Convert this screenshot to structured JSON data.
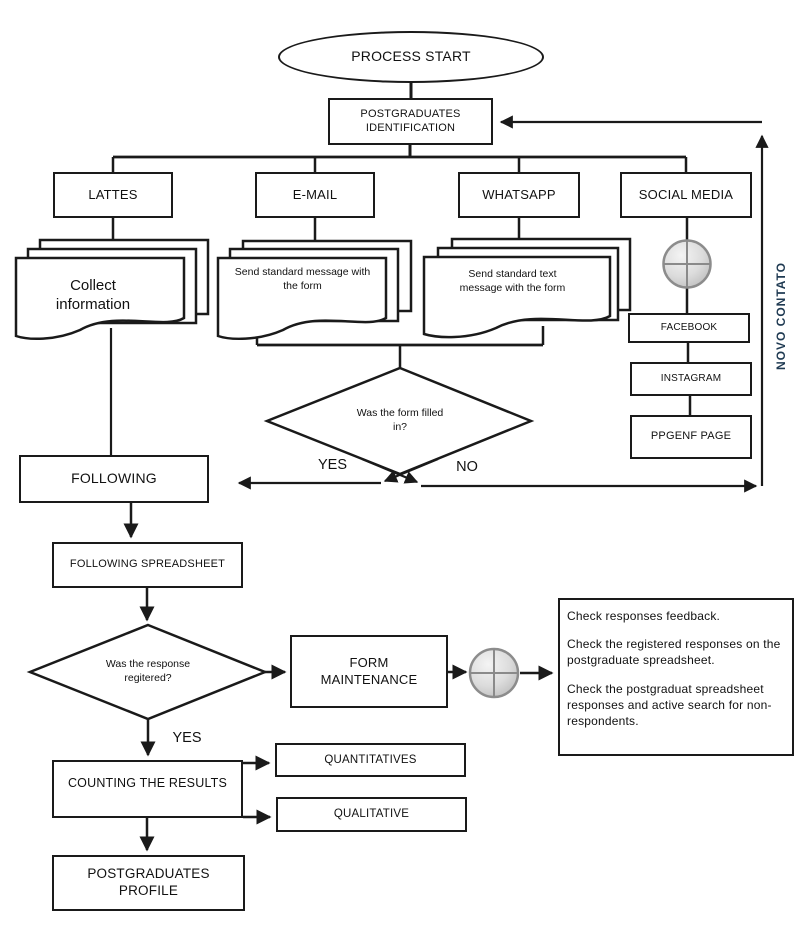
{
  "flowchart": {
    "start": {
      "label": "PROCESS START"
    },
    "identification": {
      "label": "POSTGRADUATES IDENTIFICATION"
    },
    "channels": {
      "lattes": "LATTES",
      "email": "E-MAIL",
      "whatsapp": "WHATSAPP",
      "social_media": "SOCIAL MEDIA"
    },
    "documents": {
      "collect": "Collect information",
      "email_message": "Send standard message with the form",
      "whatsapp_message": "Send standard text message with the form"
    },
    "social_chain": {
      "facebook": "FACEBOOK",
      "instagram": "INSTAGRAM",
      "ppgenf": "PPGENF PAGE"
    },
    "loop_label": "NOVO CONTATO",
    "decision_form": {
      "question": "Was the form filled in?",
      "yes": "YES",
      "no": "NO"
    },
    "following": "FOLLOWING",
    "following_spreadsheet": "FOLLOWING SPREADSHEET",
    "decision_response": {
      "question": "Was the response regitered?",
      "yes": "YES"
    },
    "form_maintenance": "FORM MAINTENANCE",
    "notes": {
      "line1": "Check responses feedback.",
      "line2": "Check the registered responses on the postgraduate spreadsheet.",
      "line3": "Check the postgraduat spreadsheet responses and active search for non-respondents."
    },
    "counting": "COUNTING THE RESULTS",
    "quantitatives": "QUANTITATIVES",
    "qualitative": "QUALITATIVE",
    "profile": "POSTGRADUATES PROFILE",
    "icons": {
      "merge_circle_social": "plus-circle-icon",
      "merge_circle_maintenance": "plus-circle-icon"
    },
    "colors": {
      "stroke": "#1a1a1a",
      "loop_label": "#1f3a52",
      "circle_fill": "#d8d8d8",
      "circle_stroke": "#8c8c8c"
    }
  }
}
